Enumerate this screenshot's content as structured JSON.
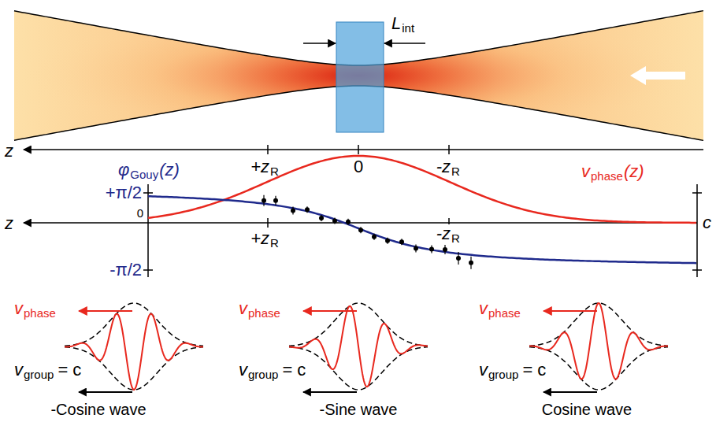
{
  "diagram": {
    "labels": [
      "L",
      "int",
      "z",
      "+z",
      "R",
      "0",
      "-z",
      "R",
      "φ",
      "Gouy",
      "(z)",
      "z",
      "0",
      "+π/2",
      "-π/2",
      "+z",
      "R",
      "-z",
      "R",
      "v",
      "phase",
      "(z)",
      "c",
      "v",
      "phase",
      "v",
      "group",
      "= c",
      "-Cosine wave",
      "v",
      "phase",
      "v",
      "group",
      "= c",
      "-Sine wave",
      "v",
      "phase",
      "v",
      "group",
      "= c",
      "Cosine wave"
    ]
  }
}
